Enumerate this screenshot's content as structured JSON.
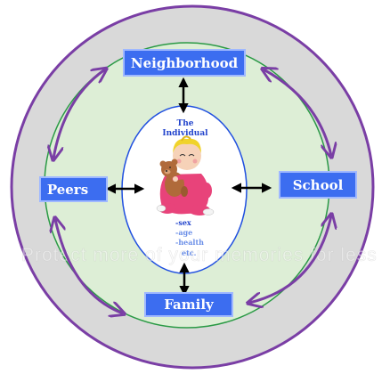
{
  "colors": {
    "outer_ring_fill": "#d9d9d9",
    "outer_ring_stroke": "#7a3ea5",
    "green_circle_fill": "#ddeed6",
    "green_circle_stroke": "#2a9a45",
    "center_ellipse_stroke": "#1f4fe0",
    "box_fill": "#3c6df0",
    "box_border": "#9fb8ff",
    "purple_arrow": "#7a3ea5",
    "black_arrow": "#000000",
    "individual_title": "#2244cc",
    "attr_sex": "#2244cc",
    "attr_other": "#6b8fe8"
  },
  "nodes": {
    "neighborhood": "Neighborhood",
    "peers": "Peers",
    "school": "School",
    "family": "Family"
  },
  "individual": {
    "title_line1": "The",
    "title_line2": "Individual",
    "attributes": [
      "-sex",
      "-age",
      "-health",
      "etc."
    ],
    "icon": "baby-with-teddy-bear-icon"
  },
  "watermark": {
    "text": "Protect more of your memories for less"
  }
}
